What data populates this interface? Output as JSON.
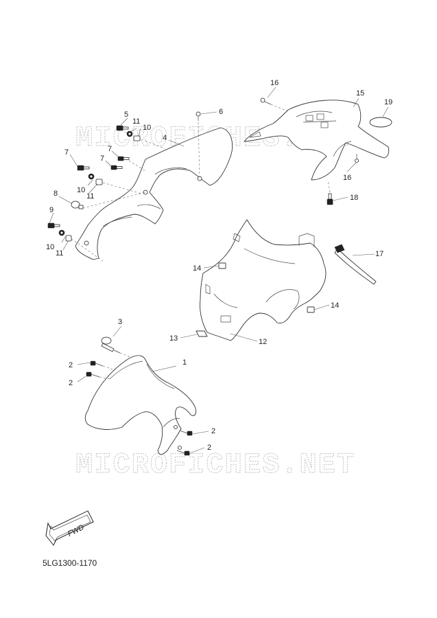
{
  "watermark_text": "MICROFICHES.NET",
  "diagram_code": "5LG1300-1170",
  "fwd_label": "FWD",
  "callouts": [
    {
      "id": "c1",
      "label": "1"
    },
    {
      "id": "c2a",
      "label": "2"
    },
    {
      "id": "c2b",
      "label": "2"
    },
    {
      "id": "c2c",
      "label": "2"
    },
    {
      "id": "c2d",
      "label": "2"
    },
    {
      "id": "c3",
      "label": "3"
    },
    {
      "id": "c4",
      "label": "4"
    },
    {
      "id": "c5",
      "label": "5"
    },
    {
      "id": "c6",
      "label": "6"
    },
    {
      "id": "c7a",
      "label": "7"
    },
    {
      "id": "c7b",
      "label": "7"
    },
    {
      "id": "c7c",
      "label": "7"
    },
    {
      "id": "c8",
      "label": "8"
    },
    {
      "id": "c9",
      "label": "9"
    },
    {
      "id": "c10a",
      "label": "10"
    },
    {
      "id": "c10b",
      "label": "10"
    },
    {
      "id": "c10c",
      "label": "10"
    },
    {
      "id": "c11a",
      "label": "11"
    },
    {
      "id": "c11b",
      "label": "11"
    },
    {
      "id": "c11c",
      "label": "11"
    },
    {
      "id": "c12",
      "label": "12"
    },
    {
      "id": "c13",
      "label": "13"
    },
    {
      "id": "c14a",
      "label": "14"
    },
    {
      "id": "c14b",
      "label": "14"
    },
    {
      "id": "c15",
      "label": "15"
    },
    {
      "id": "c16a",
      "label": "16"
    },
    {
      "id": "c16b",
      "label": "16"
    },
    {
      "id": "c17",
      "label": "17"
    },
    {
      "id": "c18",
      "label": "18"
    },
    {
      "id": "c19",
      "label": "19"
    }
  ]
}
